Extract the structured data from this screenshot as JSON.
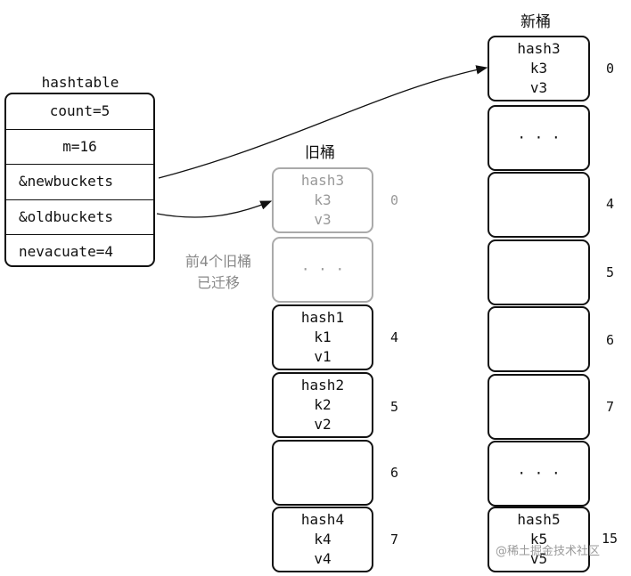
{
  "hashtable": {
    "title": "hashtable",
    "fields": [
      "count=5",
      "m=16",
      "&newbuckets",
      "&oldbuckets",
      "nevacuate=4"
    ]
  },
  "old_buckets": {
    "title": "旧桶",
    "note_line1": "前4个旧桶",
    "note_line2": "已迁移",
    "items": [
      {
        "lines": [
          "hash3",
          "k3",
          "v3"
        ],
        "index": "0",
        "migrated": true
      },
      {
        "lines": [
          "· · ·"
        ],
        "index": "",
        "migrated": true
      },
      {
        "lines": [
          "hash1",
          "k1",
          "v1"
        ],
        "index": "4",
        "migrated": false
      },
      {
        "lines": [
          "hash2",
          "k2",
          "v2"
        ],
        "index": "5",
        "migrated": false
      },
      {
        "lines": [],
        "index": "6",
        "migrated": false
      },
      {
        "lines": [
          "hash4",
          "k4",
          "v4"
        ],
        "index": "7",
        "migrated": false
      }
    ]
  },
  "new_buckets": {
    "title": "新桶",
    "items": [
      {
        "lines": [
          "hash3",
          "k3",
          "v3"
        ],
        "index": "0"
      },
      {
        "lines": [
          "· · ·"
        ],
        "index": ""
      },
      {
        "lines": [],
        "index": "4"
      },
      {
        "lines": [],
        "index": "5"
      },
      {
        "lines": [],
        "index": "6"
      },
      {
        "lines": [],
        "index": "7"
      },
      {
        "lines": [
          "· · ·"
        ],
        "index": ""
      },
      {
        "lines": [
          "hash5",
          "k5",
          "v5"
        ],
        "index": "15"
      }
    ]
  },
  "watermark": "@稀土掘金技术社区",
  "colors": {
    "stroke": "#111111",
    "migrated": "#aaaaaa"
  }
}
